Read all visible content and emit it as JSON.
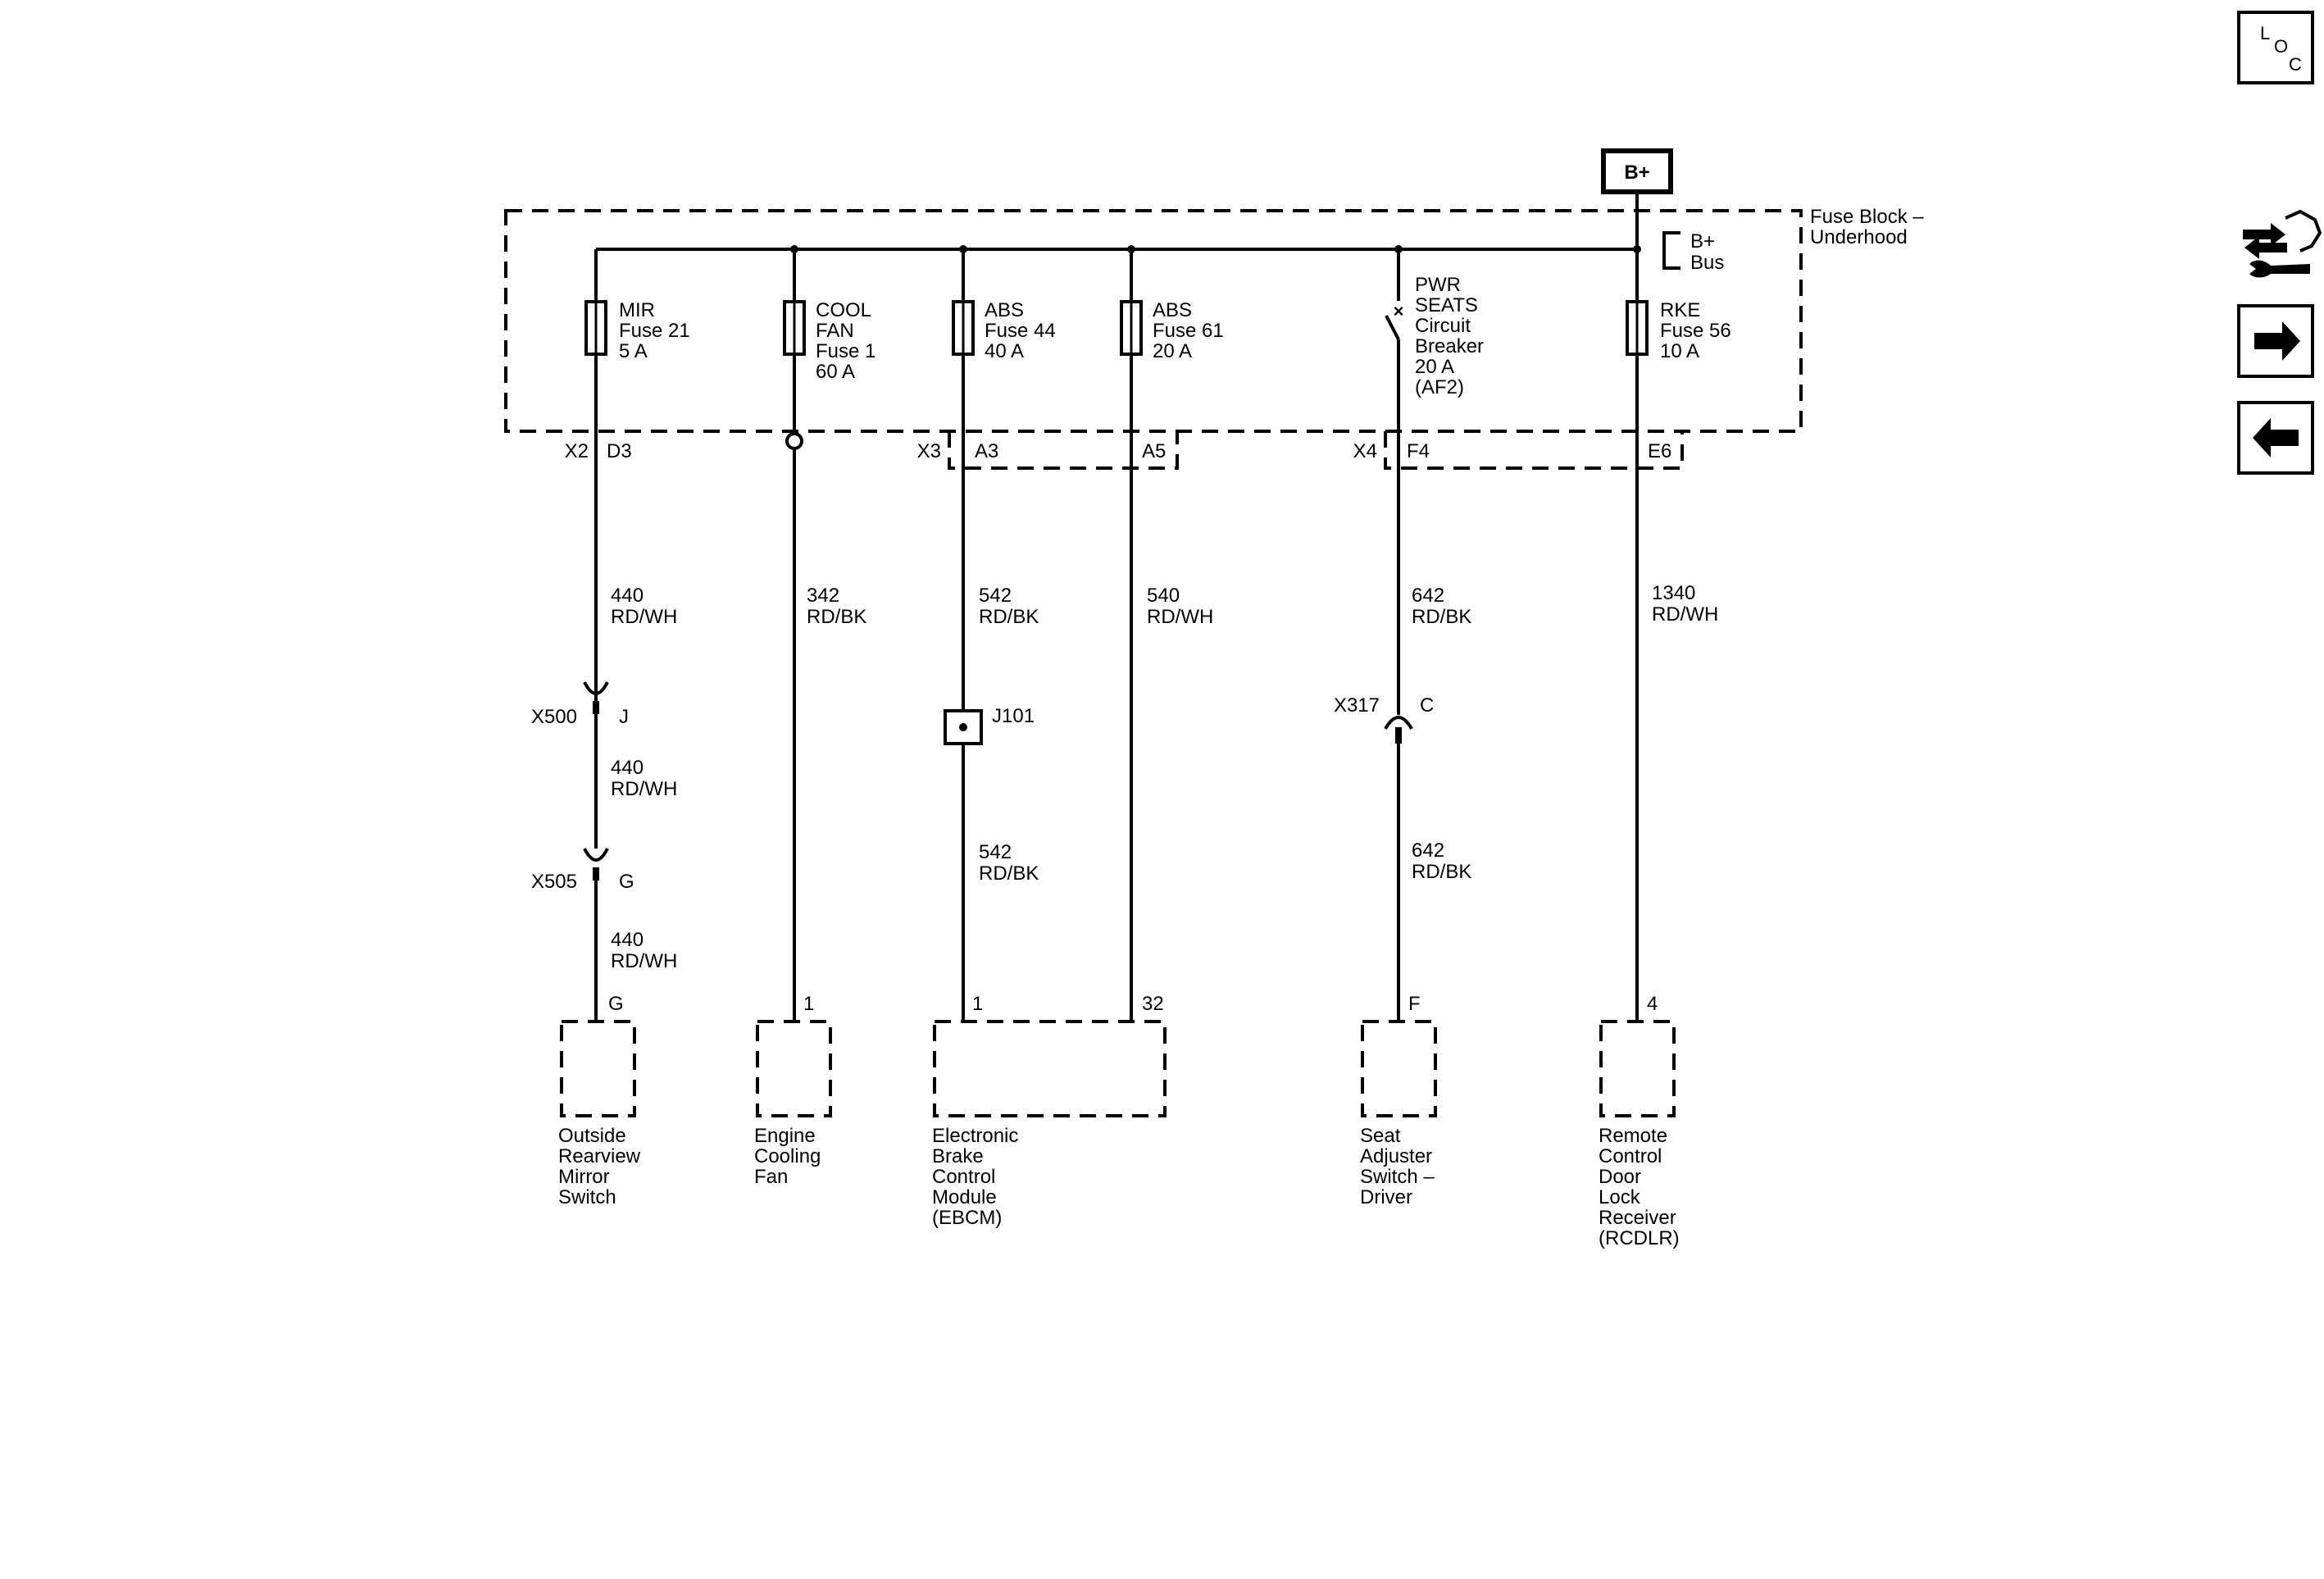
{
  "power": {
    "source_label": "B+"
  },
  "fuse_block": {
    "title_line1": "Fuse Block –",
    "title_line2": "Underhood",
    "bus_line1": "B+",
    "bus_line2": "Bus"
  },
  "fuses": {
    "mir": {
      "l1": "MIR",
      "l2": "Fuse 21",
      "l3": "5 A"
    },
    "cool": {
      "l1": "COOL",
      "l2": "FAN",
      "l3": "Fuse 1",
      "l4": "60 A"
    },
    "abs44": {
      "l1": "ABS",
      "l2": "Fuse 44",
      "l3": "40 A"
    },
    "abs61": {
      "l1": "ABS",
      "l2": "Fuse 61",
      "l3": "20 A"
    },
    "pwr": {
      "l1": "PWR",
      "l2": "SEATS",
      "l3": "Circuit",
      "l4": "Breaker",
      "l5": "20 A",
      "l6": "(AF2)"
    },
    "rke": {
      "l1": "RKE",
      "l2": "Fuse 56",
      "l3": "10 A"
    }
  },
  "connectors": {
    "x2": "X2",
    "d3": "D3",
    "x3": "X3",
    "a3": "A3",
    "a5": "A5",
    "x4": "X4",
    "f4": "F4",
    "e6": "E6",
    "x500": "X500",
    "j": "J",
    "x505": "X505",
    "g": "G",
    "j101": "J101",
    "x317": "X317",
    "c": "C"
  },
  "wires": {
    "mir_1": {
      "num": "440",
      "color": "RD/WH"
    },
    "mir_2": {
      "num": "440",
      "color": "RD/WH"
    },
    "mir_3": {
      "num": "440",
      "color": "RD/WH"
    },
    "cool": {
      "num": "342",
      "color": "RD/BK"
    },
    "abs44_1": {
      "num": "542",
      "color": "RD/BK"
    },
    "abs44_2": {
      "num": "542",
      "color": "RD/BK"
    },
    "abs61": {
      "num": "540",
      "color": "RD/WH"
    },
    "pwr_1": {
      "num": "642",
      "color": "RD/BK"
    },
    "pwr_2": {
      "num": "642",
      "color": "RD/BK"
    },
    "rke": {
      "num": "1340",
      "color": "RD/WH"
    }
  },
  "pins": {
    "mirror": "G",
    "fan": "1",
    "ebcm_a": "1",
    "ebcm_b": "32",
    "seat": "F",
    "rcdlr": "4"
  },
  "components": {
    "mirror": [
      "Outside",
      "Rearview",
      "Mirror",
      "Switch"
    ],
    "fan": [
      "Engine",
      "Cooling",
      "Fan"
    ],
    "ebcm": [
      "Electronic",
      "Brake",
      "Control",
      "Module",
      "(EBCM)"
    ],
    "seat": [
      "Seat",
      "Adjuster",
      "Switch –",
      "Driver"
    ],
    "rcdlr": [
      "Remote",
      "Control",
      "Door",
      "Lock",
      "Receiver",
      "(RCDLR)"
    ]
  },
  "nav": {
    "loc_l": "L",
    "loc_o": "O",
    "loc_c": "C"
  }
}
